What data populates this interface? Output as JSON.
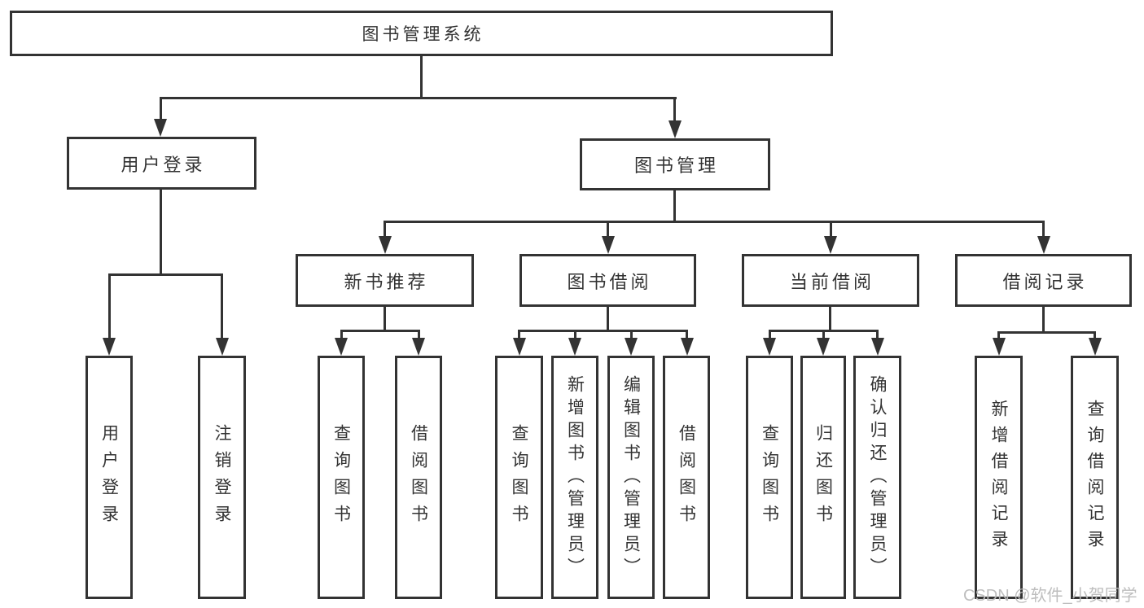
{
  "diagram": {
    "type": "tree",
    "root": {
      "label": "图书管理系统"
    },
    "level2": [
      {
        "label": "用户登录"
      },
      {
        "label": "图书管理"
      }
    ],
    "level3": [
      {
        "label": "新书推荐"
      },
      {
        "label": "图书借阅"
      },
      {
        "label": "当前借阅"
      },
      {
        "label": "借阅记录"
      }
    ],
    "leaves": {
      "user_login": [
        {
          "label": "用户登录"
        },
        {
          "label": "注销登录"
        }
      ],
      "new_book_recommend": [
        {
          "label": "查询图书"
        },
        {
          "label": "借阅图书"
        }
      ],
      "book_borrow": [
        {
          "label": "查询图书"
        },
        {
          "label": "新增图书（管理员）"
        },
        {
          "label": "编辑图书（管理员）"
        },
        {
          "label": "借阅图书"
        }
      ],
      "current_borrow": [
        {
          "label": "查询图书"
        },
        {
          "label": "归还图书"
        },
        {
          "label": "确认归还（管理员）"
        }
      ],
      "borrow_records": [
        {
          "label": "新增借阅记录"
        },
        {
          "label": "查询借阅记录"
        }
      ]
    },
    "watermark": "CSDN @软件_小贺同学",
    "colors": {
      "line": "#333333",
      "box_border": "#333333",
      "text": "#333333",
      "background": "#ffffff",
      "watermark": "#bbbbbb"
    }
  }
}
